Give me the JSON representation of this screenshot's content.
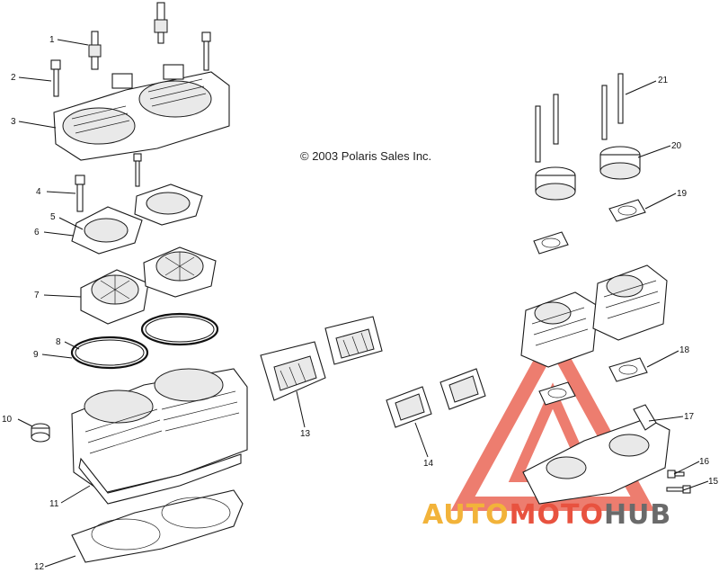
{
  "copyright": "© 2003 Polaris Sales Inc.",
  "callouts": [
    "1",
    "2",
    "3",
    "4",
    "5",
    "6",
    "7",
    "8",
    "9",
    "10",
    "11",
    "12",
    "13",
    "14",
    "15",
    "16",
    "17",
    "18",
    "19",
    "20",
    "21"
  ],
  "watermark": {
    "part1": "AUTO",
    "part2": "MOTO",
    "part3": "HUB",
    "colors": {
      "auto": "#f2b33a",
      "moto": "#e8523f",
      "hub": "#6a6a6a",
      "logo": "#e8523f"
    }
  }
}
